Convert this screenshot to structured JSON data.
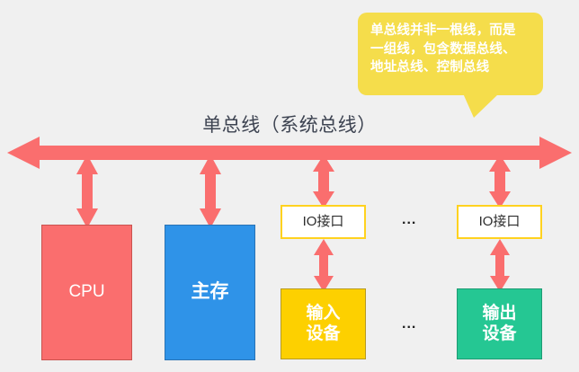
{
  "diagram": {
    "title": "单总线（系统总线）",
    "background_color": "#f0f0f0",
    "callout": {
      "text": "单总线并非一根线，而是\n一组线，包含数据总线、\n地址总线、控制总线",
      "fill_color": "#f5dd4b",
      "text_color": "#ffffff"
    },
    "bus": {
      "label": "单总线（系统总线）",
      "color": "#fa6e6e",
      "style": "double-headed-horizontal-arrow"
    },
    "nodes": [
      {
        "id": "cpu",
        "label": "CPU",
        "fill": "#fa6e6e",
        "border": "#c9534f",
        "text_color": "#ffffff"
      },
      {
        "id": "mem",
        "label": "主存",
        "fill": "#2f93e8",
        "border": "#2a73b5",
        "text_color": "#ffffff"
      },
      {
        "id": "io1",
        "label": "IO接口",
        "fill": "#ffffff",
        "border": "#ffd21f",
        "text_color": "#2d2d2d"
      },
      {
        "id": "io2",
        "label": "IO接口",
        "fill": "#ffffff",
        "border": "#ffd21f",
        "text_color": "#2d2d2d"
      },
      {
        "id": "in",
        "label": "输入\n设备",
        "fill": "#fdd000",
        "border": "#b69a24",
        "text_color": "#ffffff"
      },
      {
        "id": "out",
        "label": "输出\n设备",
        "fill": "#25c793",
        "border": "#1e9b74",
        "text_color": "#ffffff"
      }
    ],
    "ellipsis": {
      "top": "...",
      "bottom": "..."
    },
    "connector_color": "#fa6e6e"
  }
}
